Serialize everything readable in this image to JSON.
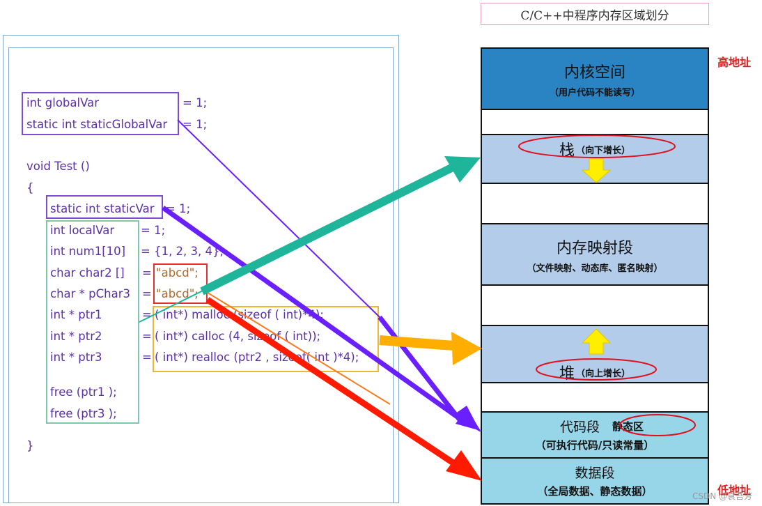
{
  "title": "C/C++中程序内存区域划分",
  "address": {
    "high": "高地址",
    "low": "低地址"
  },
  "watermark": "CSDN @袁吾芳",
  "code": {
    "global_decl": "int globalVar",
    "global_init": "= 1;",
    "static_global_decl": "static int staticGlobalVar",
    "static_global_init": "= 1;",
    "func_sig": "void Test ()",
    "open_brace": "{",
    "static_var_decl": "static int staticVar",
    "static_var_init": "= 1;",
    "local_var_decl": "int localVar",
    "local_var_init": "= 1;",
    "num1_decl": "int num1[10]",
    "num1_init": "= {1, 2, 3, 4};",
    "char2_decl": "char char2 []",
    "char2_eq": "=",
    "char2_val": "\"abcd\";",
    "pchar3_decl": "char * pChar3",
    "pchar3_eq": "=",
    "pchar3_val": "\"abcd\";",
    "ptr1_decl": "int * ptr1",
    "ptr1_eq": "=",
    "ptr1_val": "( int*) malloc (sizeof ( int)*4);",
    "ptr2_decl": "int * ptr2",
    "ptr2_eq": "=",
    "ptr2_val": "( int*) calloc (4, sizeof ( int));",
    "ptr3_decl": "int * ptr3",
    "ptr3_eq": "=",
    "ptr3_val": "( int*) realloc (ptr2 , sizeof( int )*4);",
    "free1": "free (ptr1 );",
    "free3": "free (ptr3 );",
    "close_brace": "}"
  },
  "memory": {
    "kernel_title": "内核空间",
    "kernel_sub": "（用户代码不能读写）",
    "stack_title": "栈",
    "stack_sub": "（向下增长）",
    "mmap_title": "内存映射段",
    "mmap_sub": "（文件映射、动态库、匿名映射）",
    "heap_title": "堆",
    "heap_sub": "（向上增长）",
    "code_title": "代码段",
    "code_static": "静态区",
    "code_sub": "（可执行代码/只读常量）",
    "data_title": "数据段",
    "data_sub": "（全局数据、静态数据）"
  },
  "colors": {
    "kernel": "#2a83c2",
    "stack": "#b2cce9",
    "mmap": "#b2cce9",
    "heap": "#b2cce9",
    "code": "#97d6e8",
    "data": "#97d6e8",
    "purple_arrow": "#6a1fff",
    "teal_arrow": "#1fb59a",
    "orange_arrow": "#ffae00",
    "red_arrow": "#ff1a00",
    "yellow_arrow": "#ffee00"
  }
}
